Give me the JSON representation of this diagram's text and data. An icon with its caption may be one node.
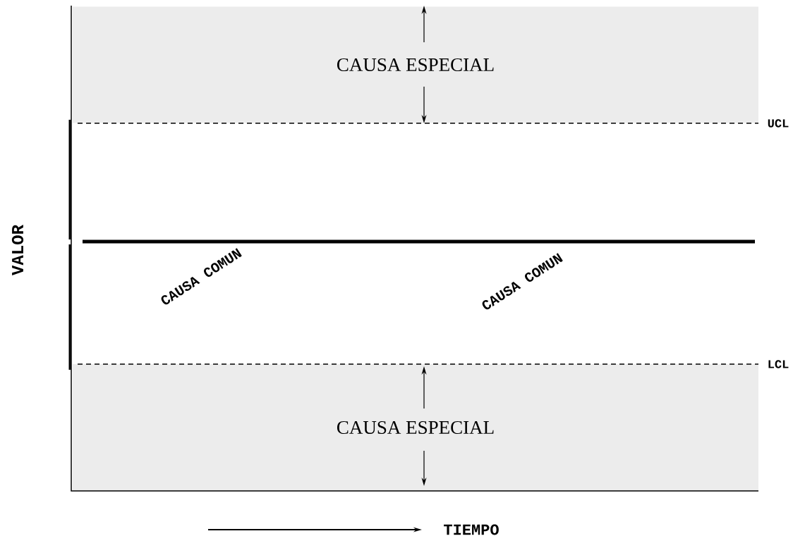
{
  "diagram": {
    "nodes": [
      {
        "text": [
          "CAUSA ESPECIAL"
        ]
      },
      {
        "text": [
          "CAUSA ESPECIAL"
        ]
      }
    ],
    "labels": [
      "UCL",
      "CAUSA COMUN",
      "CAUSA COMUN",
      "LCL",
      "VALOR",
      "TIEMPO"
    ]
  }
}
